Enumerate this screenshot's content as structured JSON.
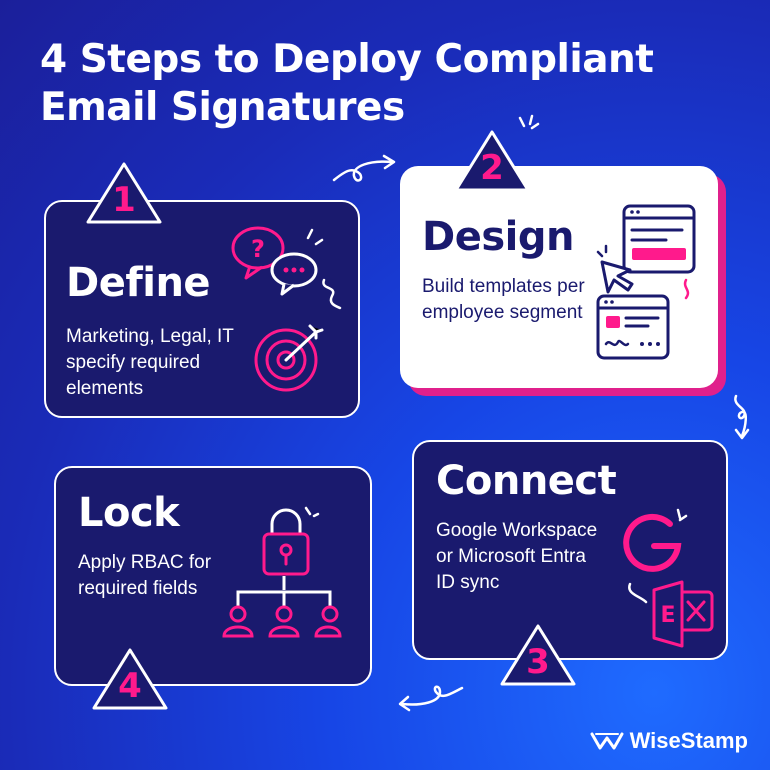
{
  "title": "4 Steps to Deploy Compliant Email Signatures",
  "steps": [
    {
      "number": "1",
      "heading": "Define",
      "description": "Marketing, Legal, IT specify required elements"
    },
    {
      "number": "2",
      "heading": "Design",
      "description": "Build templates per employee segment"
    },
    {
      "number": "3",
      "heading": "Connect",
      "description": "Google Workspace or Microsoft Entra ID sync"
    },
    {
      "number": "4",
      "heading": "Lock",
      "description": "Apply RBAC for required fields"
    }
  ],
  "brand": {
    "name": "WiseStamp"
  },
  "colors": {
    "accent": "#ff1a8c",
    "navy": "#1a1a6e",
    "background": "#1a3ad8",
    "white": "#ffffff"
  },
  "icons": [
    "speech-bubbles-icon",
    "target-icon",
    "browser-window-icon",
    "cursor-icon",
    "google-icon",
    "exchange-icon",
    "padlock-icon",
    "org-chart-icon",
    "wisestamp-logo-icon"
  ]
}
